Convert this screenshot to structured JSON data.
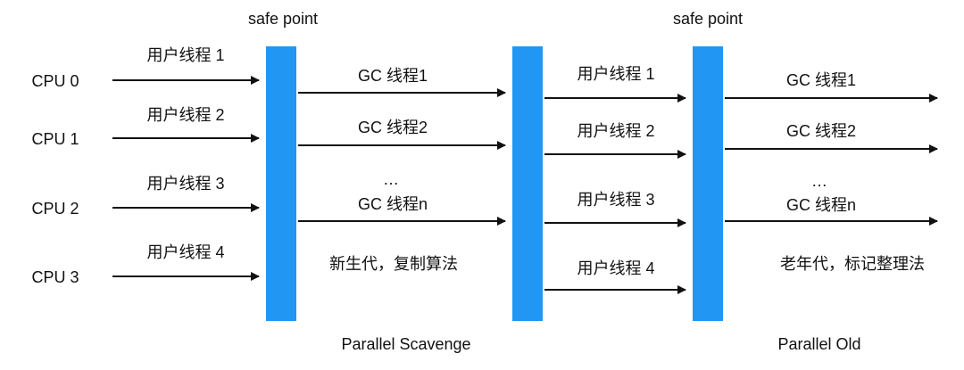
{
  "diagram": {
    "safepoint_labels": [
      "safe point",
      "safe point"
    ],
    "cpus": [
      "CPU 0",
      "CPU 1",
      "CPU 2",
      "CPU 3"
    ],
    "user_threads_in": [
      "用户线程 1",
      "用户线程 2",
      "用户线程 3",
      "用户线程 4"
    ],
    "gc_threads_young": [
      "GC 线程1",
      "GC 线程2",
      "…",
      "GC 线程n"
    ],
    "user_threads_mid": [
      "用户线程 1",
      "用户线程 2",
      "用户线程 3",
      "用户线程 4"
    ],
    "gc_threads_old": [
      "GC 线程1",
      "GC 线程2",
      "…",
      "GC 线程n"
    ],
    "young_note": "新生代，复制算法",
    "old_note": "老年代，标记整理法",
    "young_collector": "Parallel Scavenge",
    "old_collector": "Parallel Old",
    "colors": {
      "safepoint_bar": "#2196F3",
      "arrow": "#111111"
    }
  }
}
